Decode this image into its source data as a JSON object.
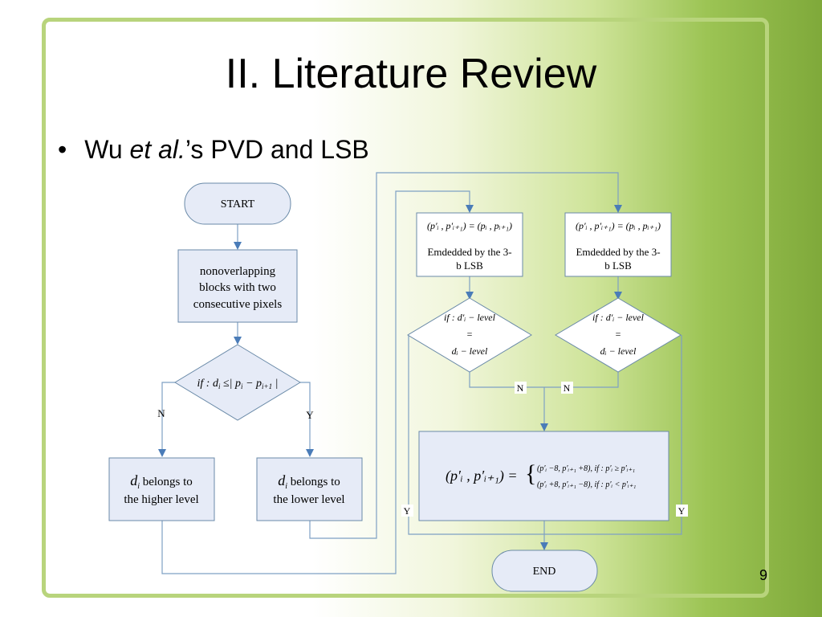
{
  "slide": {
    "title": "II. Literature Review",
    "bullet": {
      "prefix": "Wu ",
      "italic": "et al.",
      "suffix": "’s PVD and LSB"
    },
    "page_number": "9"
  },
  "flowchart": {
    "start": "START",
    "end": "END",
    "blocks": [
      "nonoverlapping",
      "blocks with two",
      "consecutive pixels"
    ],
    "decision_main": {
      "prefix": "if : d",
      "sub": "i",
      "mid": " ≤| p",
      "sub2": "i",
      "minus": " − p",
      "sub3": "i+1",
      "close": " |"
    },
    "branch_no": "N",
    "branch_yes": "Y",
    "higher": {
      "var": "d",
      "sub": "i",
      "line1": " belongs to",
      "line2": "the higher level"
    },
    "lower": {
      "var": "d",
      "sub": "i",
      "line1": " belongs to",
      "line2": "the lower  level"
    },
    "assign_eq": "(p′ᵢ , p′ᵢ₊₁) = (pᵢ , pᵢ₊₁)",
    "embed_line1": "Emdedded by the 3-",
    "embed_line2": "b LSB",
    "check_line1": "if : d′ᵢ − level",
    "check_line2": "=",
    "check_line3": "dᵢ − level",
    "adjust_lhs": "(p′ᵢ , p′ᵢ₊₁) =",
    "adjust_case1": "(p′ᵢ −8, p′ᵢ₊₁ +8), if : p′ᵢ ≥ p′ᵢ₊₁",
    "adjust_case2": "(p′ᵢ +8, p′ᵢ₊₁ −8), if : p′ᵢ < p′ᵢ₊₁"
  },
  "colors": {
    "box_fill": "#e6ebf7",
    "box_stroke": "#6a8aa8",
    "arrow": "#4a7cb8",
    "frame": "#b8d47c"
  }
}
